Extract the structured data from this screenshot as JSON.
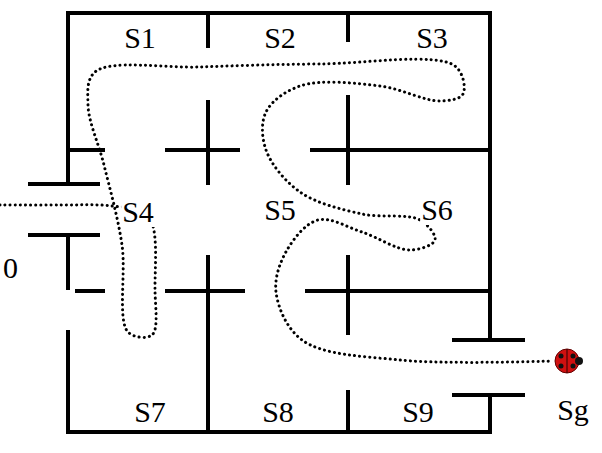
{
  "diagram": {
    "labels": [
      "S1",
      "S2",
      "S3",
      "S4",
      "S5",
      "S6",
      "S7",
      "S8",
      "S9",
      "0",
      "Sg"
    ]
  }
}
